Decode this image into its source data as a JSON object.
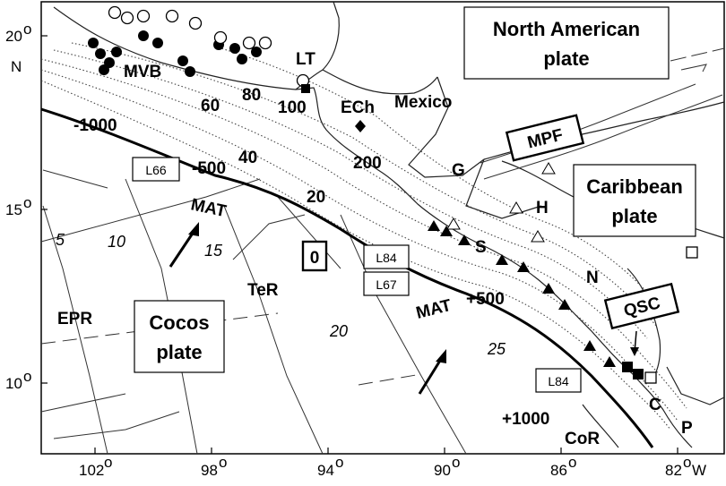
{
  "axes": {
    "lon_ticks": [
      {
        "label": "102",
        "deg": "o"
      },
      {
        "label": "98",
        "deg": "o"
      },
      {
        "label": "94",
        "deg": "o"
      },
      {
        "label": "90",
        "deg": "o"
      },
      {
        "label": "86",
        "deg": "o"
      },
      {
        "label": "82",
        "deg": "o",
        "suffix": "W"
      }
    ],
    "lat_ticks": [
      {
        "label": "20",
        "deg": "o",
        "hemi": "N"
      },
      {
        "label": "15",
        "deg": "o"
      },
      {
        "label": "10",
        "deg": "o"
      }
    ]
  },
  "plates": {
    "north_american_line1": "North American",
    "north_american_line2": "plate",
    "caribbean_line1": "Caribbean",
    "caribbean_line2": "plate",
    "cocos_line1": "Cocos",
    "cocos_line2": "plate"
  },
  "regions": {
    "mvb": "MVB",
    "lt": "LT",
    "ech": "ECh",
    "mexico": "Mexico",
    "g": "G",
    "h": "H",
    "s": "S",
    "n": "N",
    "c": "C",
    "p": "P",
    "cor": "CoR",
    "ter": "TeR",
    "epr": "EPR",
    "mat_west": "MAT",
    "mat_east": "MAT"
  },
  "faults": {
    "mpf": "MPF",
    "qsc": "QSC"
  },
  "profiles": {
    "l66": "L66",
    "l84_north": "L84",
    "l67": "L67",
    "l84_south": "L84"
  },
  "distances": {
    "minus1000": "-1000",
    "minus500": "-500",
    "zero": "0",
    "plus500": "+500",
    "plus1000": "+1000"
  },
  "slab_depth_contours": [
    "20",
    "40",
    "60",
    "80",
    "100",
    "200"
  ],
  "plate_age_contours": [
    "5",
    "10",
    "15",
    "20",
    "25"
  ],
  "colors": {
    "ink": "#000000",
    "background": "#ffffff"
  }
}
